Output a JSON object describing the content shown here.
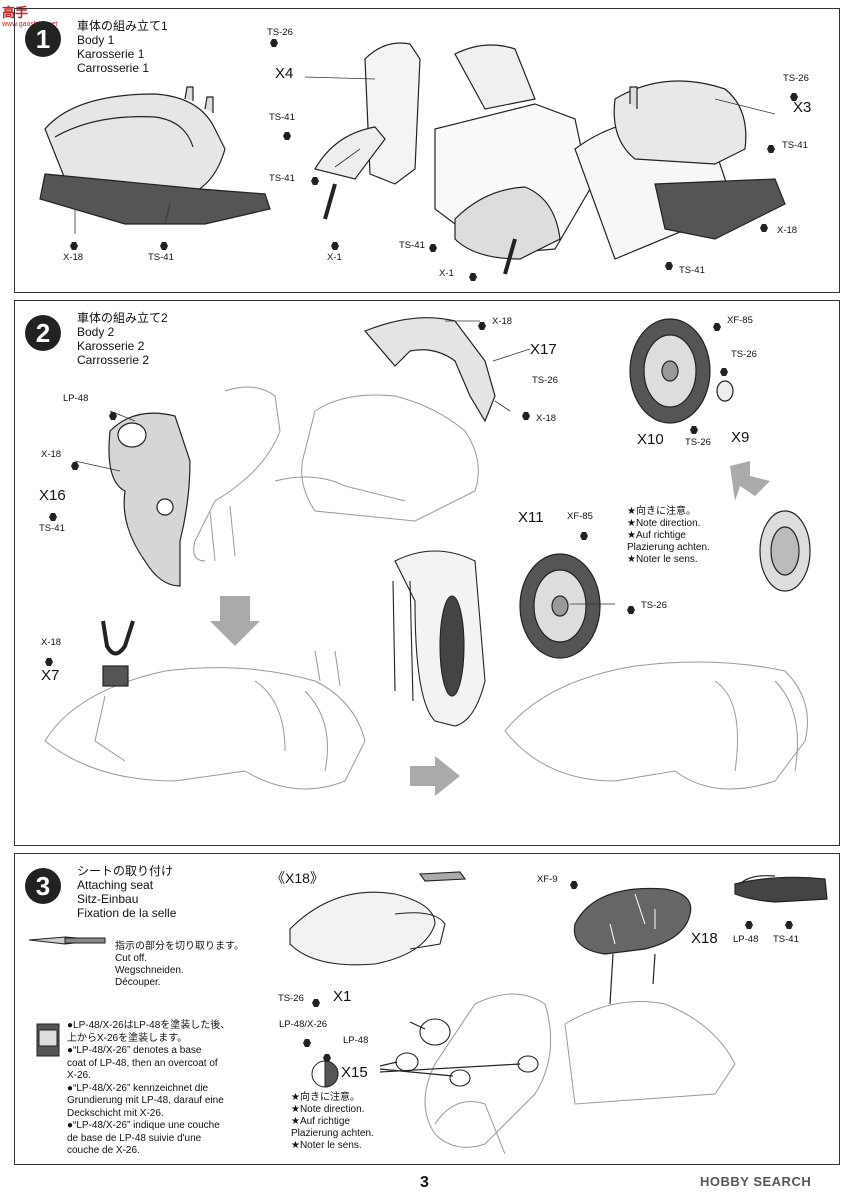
{
  "watermark_top": {
    "title": "高手",
    "site": "www.gaoshou.net"
  },
  "watermark_bottom": "HOBBY SEARCH",
  "page_number": "3",
  "steps": [
    {
      "number": "1",
      "titles": [
        "車体の組み立て1",
        "Body 1",
        "Karosserie 1",
        "Carrosserie 1"
      ],
      "callouts": {
        "ts26_top": "TS-26",
        "x4": "X4",
        "ts41_left": "TS-41",
        "ts41_mid": "TS-41",
        "x18_left": "X-18",
        "ts41_bottom_left": "TS-41",
        "x1_left": "X-1",
        "ts41_center": "TS-41",
        "x1_center": "X-1",
        "ts41_bottom_right": "TS-41",
        "ts26_right": "TS-26",
        "x3": "X3",
        "ts41_right": "TS-41",
        "x18_right": "X-18"
      }
    },
    {
      "number": "2",
      "titles": [
        "車体の組み立て2",
        "Body 2",
        "Karosserie 2",
        "Carrosserie 2"
      ],
      "callouts": {
        "x18_fender_top": "X-18",
        "x17": "X17",
        "ts26_fender": "TS-26",
        "x18_fender_bottom": "X-18",
        "lp48": "LP-48",
        "x18_front": "X-18",
        "x16": "X16",
        "ts41_front": "TS-41",
        "x18_x7": "X-18",
        "x7": "X7",
        "xf85_top": "XF-85",
        "ts26_hub": "TS-26",
        "x10": "X10",
        "ts26_wheel": "TS-26",
        "x9": "X9",
        "x11": "X11",
        "xf85_mid": "XF-85",
        "ts26_mid": "TS-26"
      },
      "note": [
        "★向きに注意。",
        "★Note direction.",
        "★Auf richtige",
        "Plazierung achten.",
        "★Noter le sens."
      ]
    },
    {
      "number": "3",
      "titles": [
        "シートの取り付け",
        "Attaching seat",
        "Sitz-Einbau",
        "Fixation de la selle"
      ],
      "cut_note": [
        "指示の部分を切り取ります。",
        "Cut off.",
        "Wegschneiden.",
        "Découper."
      ],
      "paint_note": [
        "●LP-48/X-26はLP-48を塗装した後、",
        "上からX-26を塗装します。",
        "●“LP-48/X-26” denotes a base",
        "coat of LP-48, then an overcoat of",
        "X-26.",
        "●“LP-48/X-26” kennzeichnet die",
        "Grundierung mit LP-48, darauf eine",
        "Deckschicht mit X-26.",
        "●“LP-48/X-26” indique une couche",
        "de base de LP-48 suivie d'une",
        "couche de X-26."
      ],
      "x18_heading": "《X18》",
      "callouts": {
        "xf9": "XF-9",
        "x18": "X18",
        "lp48_right": "LP-48",
        "ts41_right": "TS-41",
        "ts26": "TS-26",
        "x1": "X1",
        "lp48x26": "LP-48/X-26",
        "lp48": "LP-48",
        "x15": "X15"
      },
      "note": [
        "★向きに注意。",
        "★Note direction.",
        "★Auf richtige",
        "Plazierung achten.",
        "★Noter le sens."
      ]
    }
  ]
}
